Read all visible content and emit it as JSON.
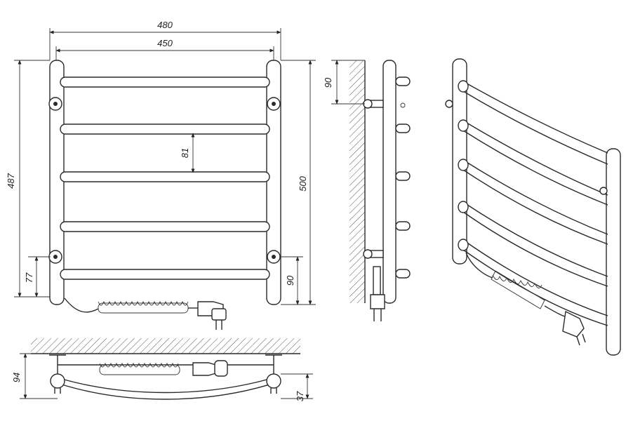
{
  "dimensions": {
    "overall_width": "480",
    "inner_width": "450",
    "left_height": "487",
    "right_height": "500",
    "rung_spacing": "81",
    "bottom_left_offset": "77",
    "bottom_right_offset": "90",
    "side_top_offset": "90",
    "plan_depth": "94",
    "plan_offset": "37"
  },
  "colors": {
    "line": "#2a2a2a",
    "hatch": "#555555",
    "background": "#ffffff"
  }
}
